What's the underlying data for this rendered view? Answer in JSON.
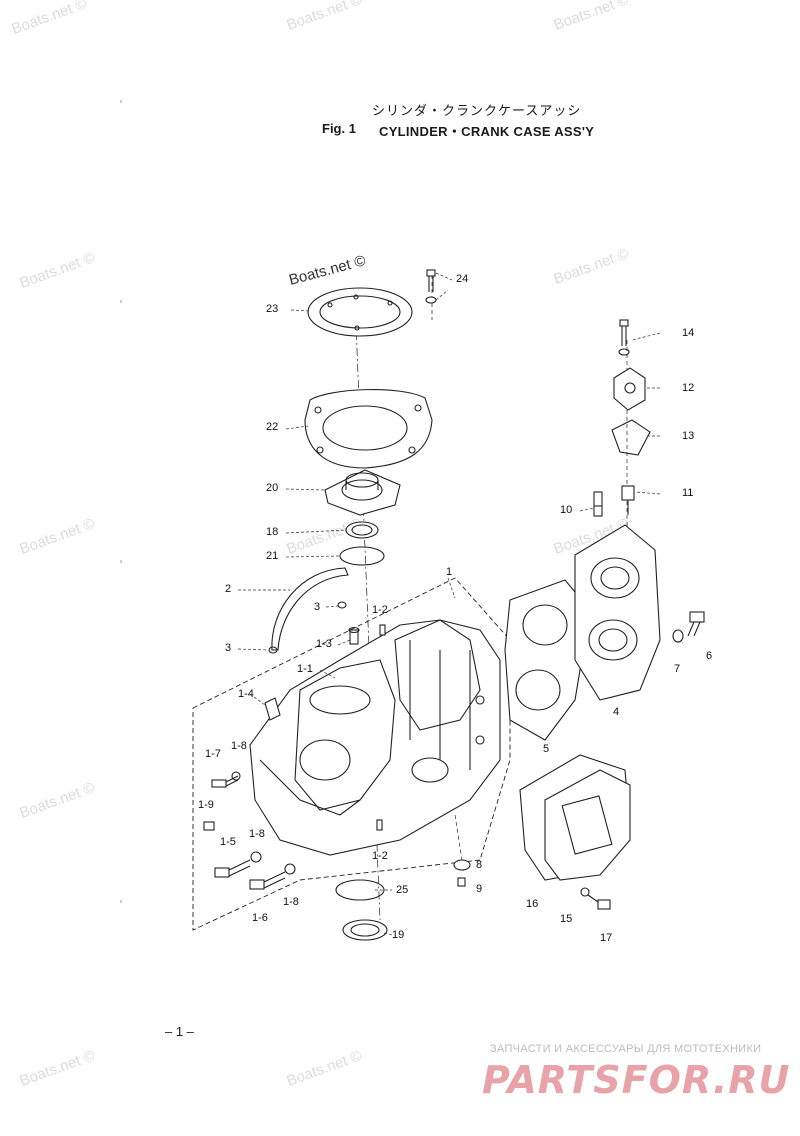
{
  "header": {
    "title_jp": "シリンダ・クランクケースアッシ",
    "fig_label": "Fig. 1",
    "title_en": "CYLINDER・CRANK CASE ASS'Y"
  },
  "watermark": {
    "text": "Boats.net ©",
    "color": "#dcdcdc"
  },
  "callouts": {
    "c1": "1",
    "c1_1": "1-1",
    "c1_2a": "1-2",
    "c1_2b": "1-2",
    "c1_3": "1-3",
    "c1_4": "1-4",
    "c1_5": "1-5",
    "c1_6": "1-6",
    "c1_7": "1-7",
    "c1_8a": "1-8",
    "c1_8b": "1-8",
    "c1_8c": "1-8",
    "c1_9": "1-9",
    "c2": "2",
    "c3a": "3",
    "c3b": "3",
    "c4": "4",
    "c5": "5",
    "c6": "6",
    "c7": "7",
    "c8": "8",
    "c9": "9",
    "c10": "10",
    "c11": "11",
    "c12": "12",
    "c13": "13",
    "c14": "14",
    "c15": "15",
    "c16": "16",
    "c17": "17",
    "c18": "18",
    "c19": "19",
    "c20": "20",
    "c21": "21",
    "c22": "22",
    "c23": "23",
    "c24": "24",
    "c25": "25"
  },
  "footer": {
    "page_number": "– 1 –",
    "shop_line": "ЗАПЧАСТИ И АКСЕССУАРЫ ДЛЯ МОТОТЕХНИКИ",
    "shop_logo": "PARTSFOR.RU",
    "logo_color": "#e7a3a8"
  }
}
